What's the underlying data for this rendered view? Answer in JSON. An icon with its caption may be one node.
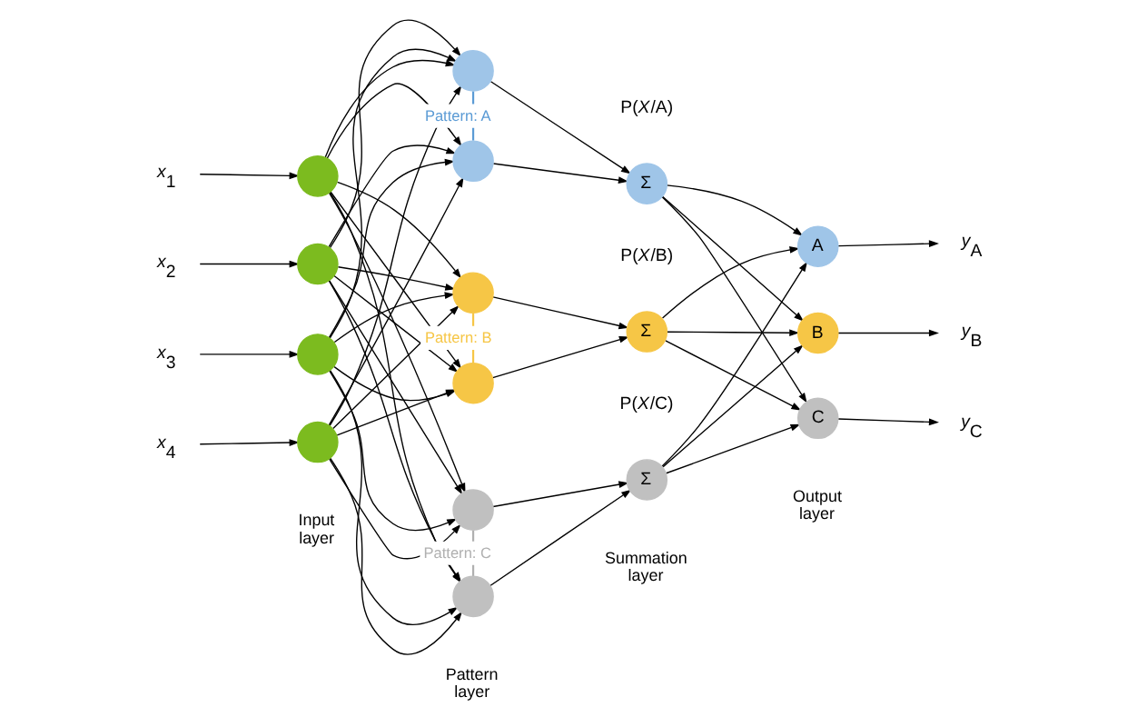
{
  "diagram": {
    "nodes": [
      {
        "text": [
          "*x*$_{1}$"
        ]
      },
      {
        "text": [
          "*x*$_{2}$"
        ]
      },
      {
        "text": [
          "*x*$_{3}$"
        ]
      },
      {
        "text": [
          "*x*$_{4}$"
        ]
      },
      {
        "text": [],
        "shape": "circle"
      },
      {
        "text": [],
        "shape": "circle"
      },
      {
        "text": [],
        "shape": "circle"
      },
      {
        "text": [],
        "shape": "circle"
      },
      {
        "text": [],
        "shape": "circle"
      },
      {
        "text": [],
        "shape": "circle"
      },
      {
        "text": [],
        "shape": "circle"
      },
      {
        "text": [],
        "shape": "circle"
      },
      {
        "text": [],
        "shape": "circle"
      },
      {
        "text": [],
        "shape": "circle"
      },
      {
        "text": [
          "Σ"
        ],
        "beside": [
          "P(*X*/A)"
        ]
      },
      {
        "text": [
          "Σ"
        ],
        "beside": [
          "P(*X*/B)"
        ]
      },
      {
        "text": [
          "Σ"
        ],
        "beside": [
          "P(*X*/C)"
        ]
      },
      {
        "text": [
          "A"
        ]
      },
      {
        "text": [
          "B"
        ]
      },
      {
        "text": [
          "C"
        ]
      },
      {
        "text": [
          "*y*$_{A}$"
        ]
      },
      {
        "text": [
          "*y*$_{B}$"
        ]
      },
      {
        "text": [
          "*y*$_{C}$"
        ]
      }
    ],
    "edges": [
      {
        "from": 0,
        "to": 4,
        "arrow": "to"
      },
      {
        "from": 1,
        "to": 5,
        "arrow": "to"
      },
      {
        "from": 2,
        "to": 6,
        "arrow": "to"
      },
      {
        "from": 3,
        "to": 7,
        "arrow": "to"
      },
      {
        "from": 4,
        "to": 8,
        "arrow": "to"
      },
      {
        "from": 4,
        "to": 9,
        "arrow": "to"
      },
      {
        "from": 4,
        "to": 10,
        "arrow": "to"
      },
      {
        "from": 4,
        "to": 11,
        "arrow": "to"
      },
      {
        "from": 4,
        "to": 12,
        "arrow": "to"
      },
      {
        "from": 4,
        "to": 13,
        "arrow": "to"
      },
      {
        "from": 5,
        "to": 8,
        "arrow": "to"
      },
      {
        "from": 5,
        "to": 9,
        "arrow": "to"
      },
      {
        "from": 5,
        "to": 10,
        "arrow": "to"
      },
      {
        "from": 5,
        "to": 11,
        "arrow": "to"
      },
      {
        "from": 5,
        "to": 12,
        "arrow": "to"
      },
      {
        "from": 5,
        "to": 13,
        "arrow": "to"
      },
      {
        "from": 6,
        "to": 8,
        "arrow": "to"
      },
      {
        "from": 6,
        "to": 9,
        "arrow": "to"
      },
      {
        "from": 6,
        "to": 10,
        "arrow": "to"
      },
      {
        "from": 6,
        "to": 11,
        "arrow": "to"
      },
      {
        "from": 6,
        "to": 12,
        "arrow": "to"
      },
      {
        "from": 6,
        "to": 13,
        "arrow": "to"
      },
      {
        "from": 7,
        "to": 8,
        "arrow": "to"
      },
      {
        "from": 7,
        "to": 9,
        "arrow": "to"
      },
      {
        "from": 7,
        "to": 10,
        "arrow": "to"
      },
      {
        "from": 7,
        "to": 11,
        "arrow": "to"
      },
      {
        "from": 7,
        "to": 12,
        "arrow": "to"
      },
      {
        "from": 7,
        "to": 13,
        "arrow": "to"
      },
      {
        "from": 8,
        "to": 9,
        "arrow": "none",
        "label": "Pattern: A",
        "color": "#5b9bd5"
      },
      {
        "from": 10,
        "to": 11,
        "arrow": "none",
        "label": "Pattern: B",
        "color": "#f6c646"
      },
      {
        "from": 12,
        "to": 13,
        "arrow": "none",
        "label": "Pattern: C",
        "color": "#b0b0b0"
      },
      {
        "from": 8,
        "to": 14,
        "arrow": "to"
      },
      {
        "from": 9,
        "to": 14,
        "arrow": "to"
      },
      {
        "from": 10,
        "to": 15,
        "arrow": "to"
      },
      {
        "from": 11,
        "to": 15,
        "arrow": "to"
      },
      {
        "from": 12,
        "to": 16,
        "arrow": "to"
      },
      {
        "from": 13,
        "to": 16,
        "arrow": "to"
      },
      {
        "from": 14,
        "to": 17,
        "arrow": "to"
      },
      {
        "from": 14,
        "to": 18,
        "arrow": "to"
      },
      {
        "from": 14,
        "to": 19,
        "arrow": "to"
      },
      {
        "from": 15,
        "to": 17,
        "arrow": "to"
      },
      {
        "from": 15,
        "to": 18,
        "arrow": "to"
      },
      {
        "from": 15,
        "to": 19,
        "arrow": "to"
      },
      {
        "from": 16,
        "to": 17,
        "arrow": "to"
      },
      {
        "from": 16,
        "to": 18,
        "arrow": "to"
      },
      {
        "from": 16,
        "to": 19,
        "arrow": "to"
      },
      {
        "from": 17,
        "to": 20,
        "arrow": "to"
      },
      {
        "from": 18,
        "to": 21,
        "arrow": "to"
      },
      {
        "from": 19,
        "to": 22,
        "arrow": "to"
      }
    ],
    "labels": [
      "Input layer",
      "Pattern layer",
      "Summation layer",
      "Output layer"
    ]
  }
}
